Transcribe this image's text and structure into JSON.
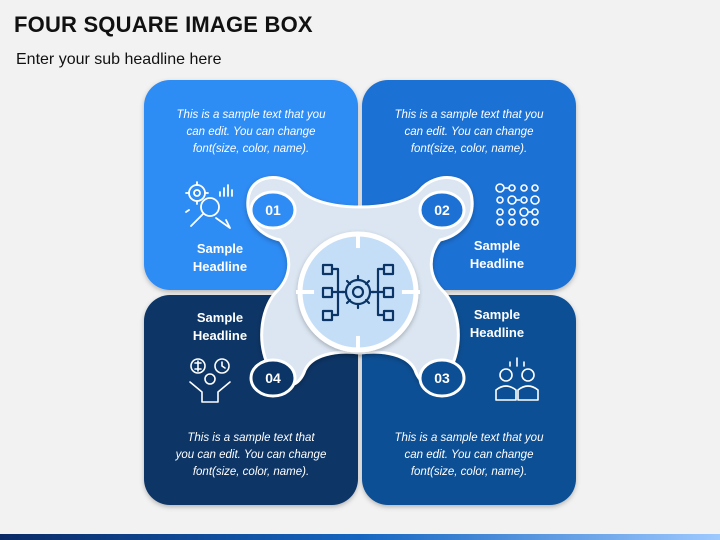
{
  "header": {
    "title": "FOUR SQUARE IMAGE BOX",
    "subtitle": "Enter your sub headline here"
  },
  "colors": {
    "q1": "#2f8cf5",
    "q2": "#1d71d4",
    "q3": "#0d4f94",
    "q4": "#0a3566",
    "center_fill": "#c5def7",
    "ring": "#dbe6f2",
    "icon_stroke": "#ffffff",
    "center_icon_stroke": "#0a3566"
  },
  "items": [
    {
      "number": "01",
      "headline_line1": "Sample",
      "headline_line2": "Headline",
      "text_line1": "This is a sample text that you",
      "text_line2": "can edit. You can change",
      "text_line3": "font(size, color, name).",
      "icon": "analysis-gears-icon"
    },
    {
      "number": "02",
      "headline_line1": "Sample",
      "headline_line2": "Headline",
      "text_line1": "This is a sample text that you",
      "text_line2": "can edit. You can change",
      "text_line3": "font(size, color, name).",
      "icon": "dots-grid-icon"
    },
    {
      "number": "03",
      "headline_line1": "Sample",
      "headline_line2": "Headline",
      "text_line1": "This is a sample text that you",
      "text_line2": "can edit. You can change",
      "text_line3": "font(size, color, name).",
      "icon": "team-people-icon"
    },
    {
      "number": "04",
      "headline_line1": "Sample",
      "headline_line2": "Headline",
      "text_line1": "This is a sample text that",
      "text_line2": "you can edit. You can change",
      "text_line3": "font(size, color, name).",
      "icon": "money-time-person-icon"
    }
  ],
  "center": {
    "icon": "gear-network-icon"
  }
}
